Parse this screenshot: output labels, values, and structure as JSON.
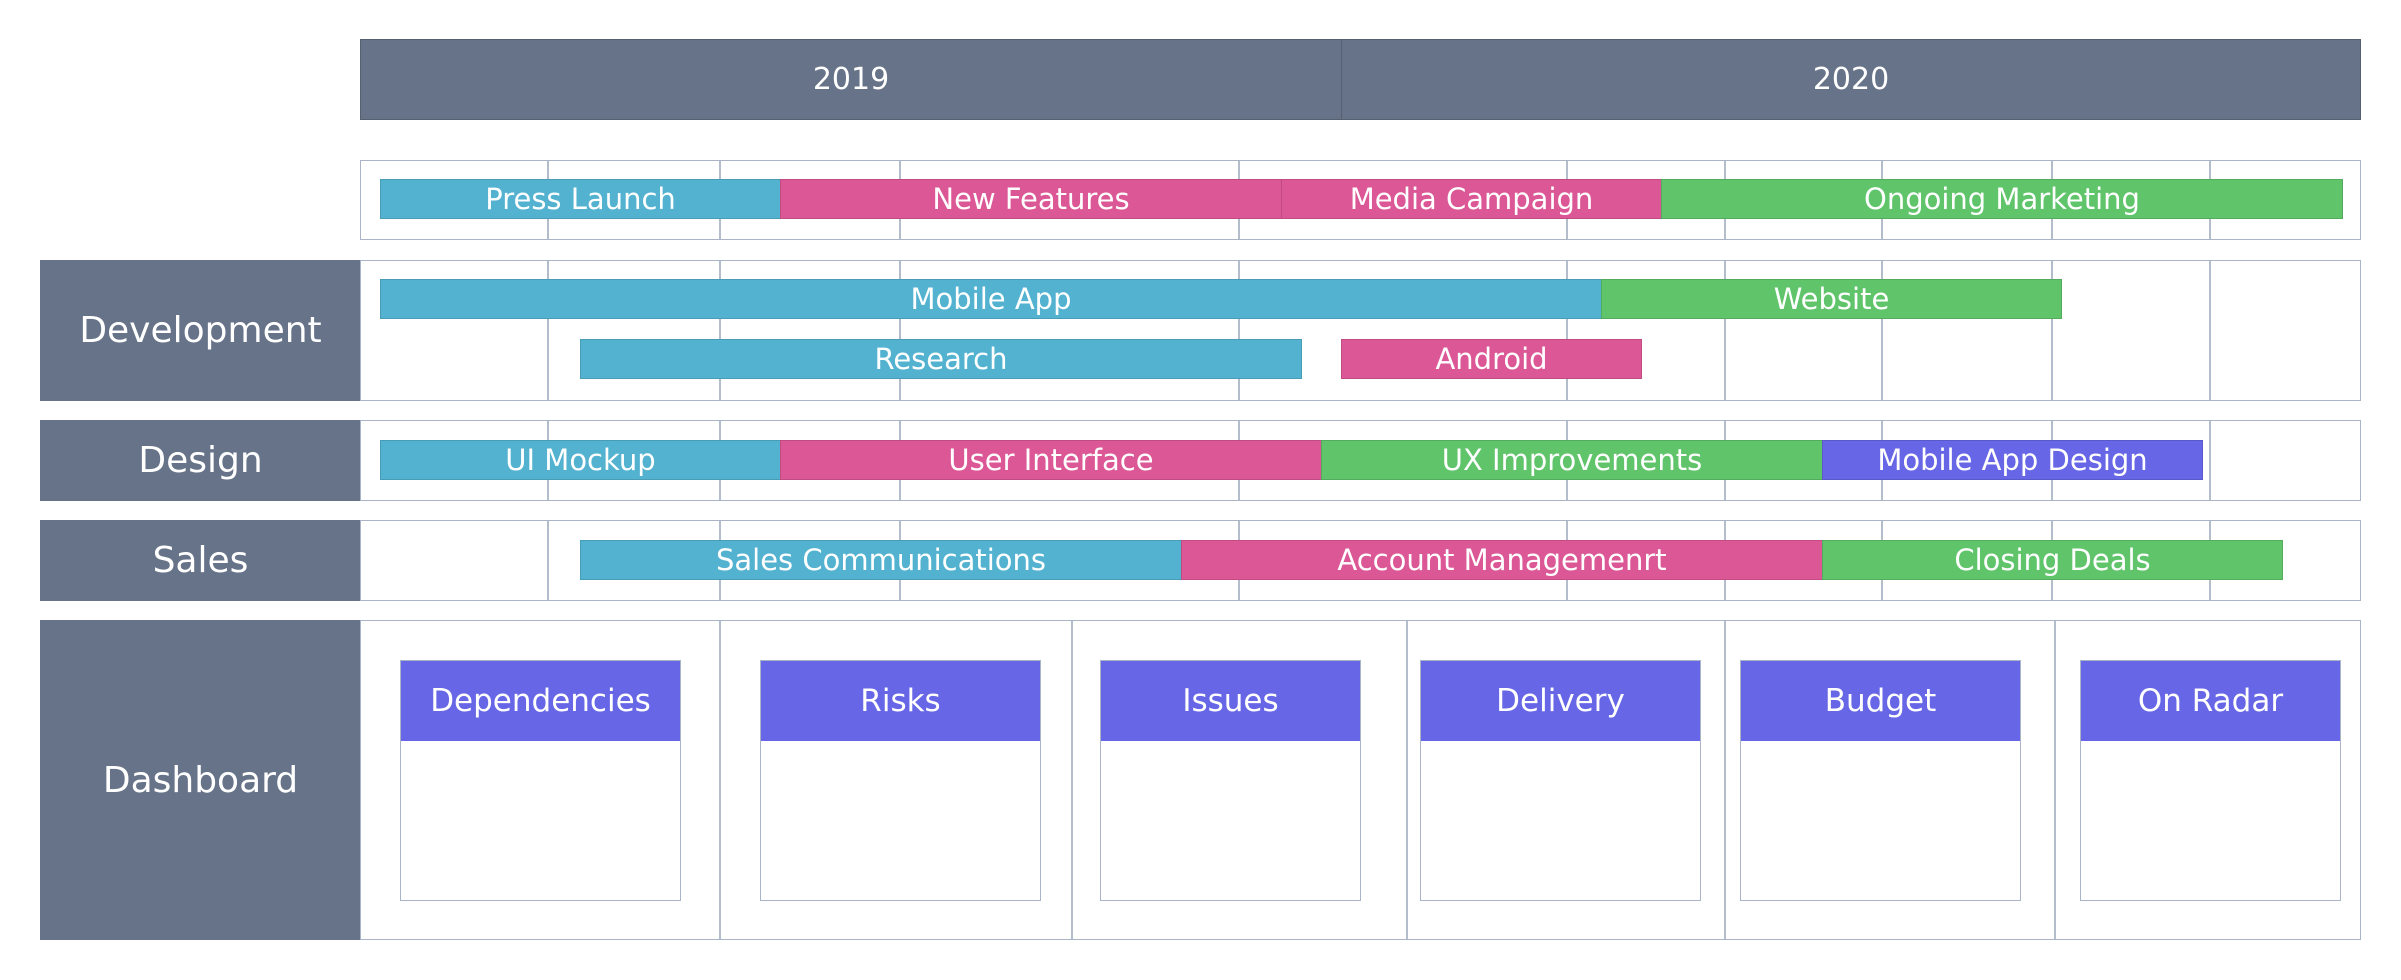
{
  "colors": {
    "header_bg": "#667388",
    "grid_line": "#b3bdcc",
    "blue": "#52b2d0",
    "pink": "#db5795",
    "green": "#5fc46a",
    "purple": "#6666e6"
  },
  "timeline": {
    "years": [
      "2019",
      "2020"
    ]
  },
  "rows": {
    "marketing": {
      "tasks": [
        {
          "label": "Press Launch",
          "color": "blue"
        },
        {
          "label": "New Features",
          "color": "pink"
        },
        {
          "label": "Media Campaign",
          "color": "pink"
        },
        {
          "label": "Ongoing Marketing",
          "color": "green"
        }
      ]
    },
    "development": {
      "label": "Development",
      "tasks": [
        {
          "label": "Mobile App",
          "color": "blue"
        },
        {
          "label": "Website",
          "color": "green"
        },
        {
          "label": "Research",
          "color": "blue"
        },
        {
          "label": "Android",
          "color": "pink"
        }
      ]
    },
    "design": {
      "label": "Design",
      "tasks": [
        {
          "label": "UI Mockup",
          "color": "blue"
        },
        {
          "label": "User Interface",
          "color": "pink"
        },
        {
          "label": "UX Improvements",
          "color": "green"
        },
        {
          "label": "Mobile App Design",
          "color": "purple"
        }
      ]
    },
    "sales": {
      "label": "Sales",
      "tasks": [
        {
          "label": "Sales Communications",
          "color": "blue"
        },
        {
          "label": "Account Managemenrt",
          "color": "pink"
        },
        {
          "label": "Closing Deals",
          "color": "green"
        }
      ]
    }
  },
  "dashboard": {
    "label": "Dashboard",
    "cards": [
      {
        "label": "Dependencies"
      },
      {
        "label": "Risks"
      },
      {
        "label": "Issues"
      },
      {
        "label": "Delivery"
      },
      {
        "label": "Budget"
      },
      {
        "label": "On Radar"
      }
    ]
  }
}
